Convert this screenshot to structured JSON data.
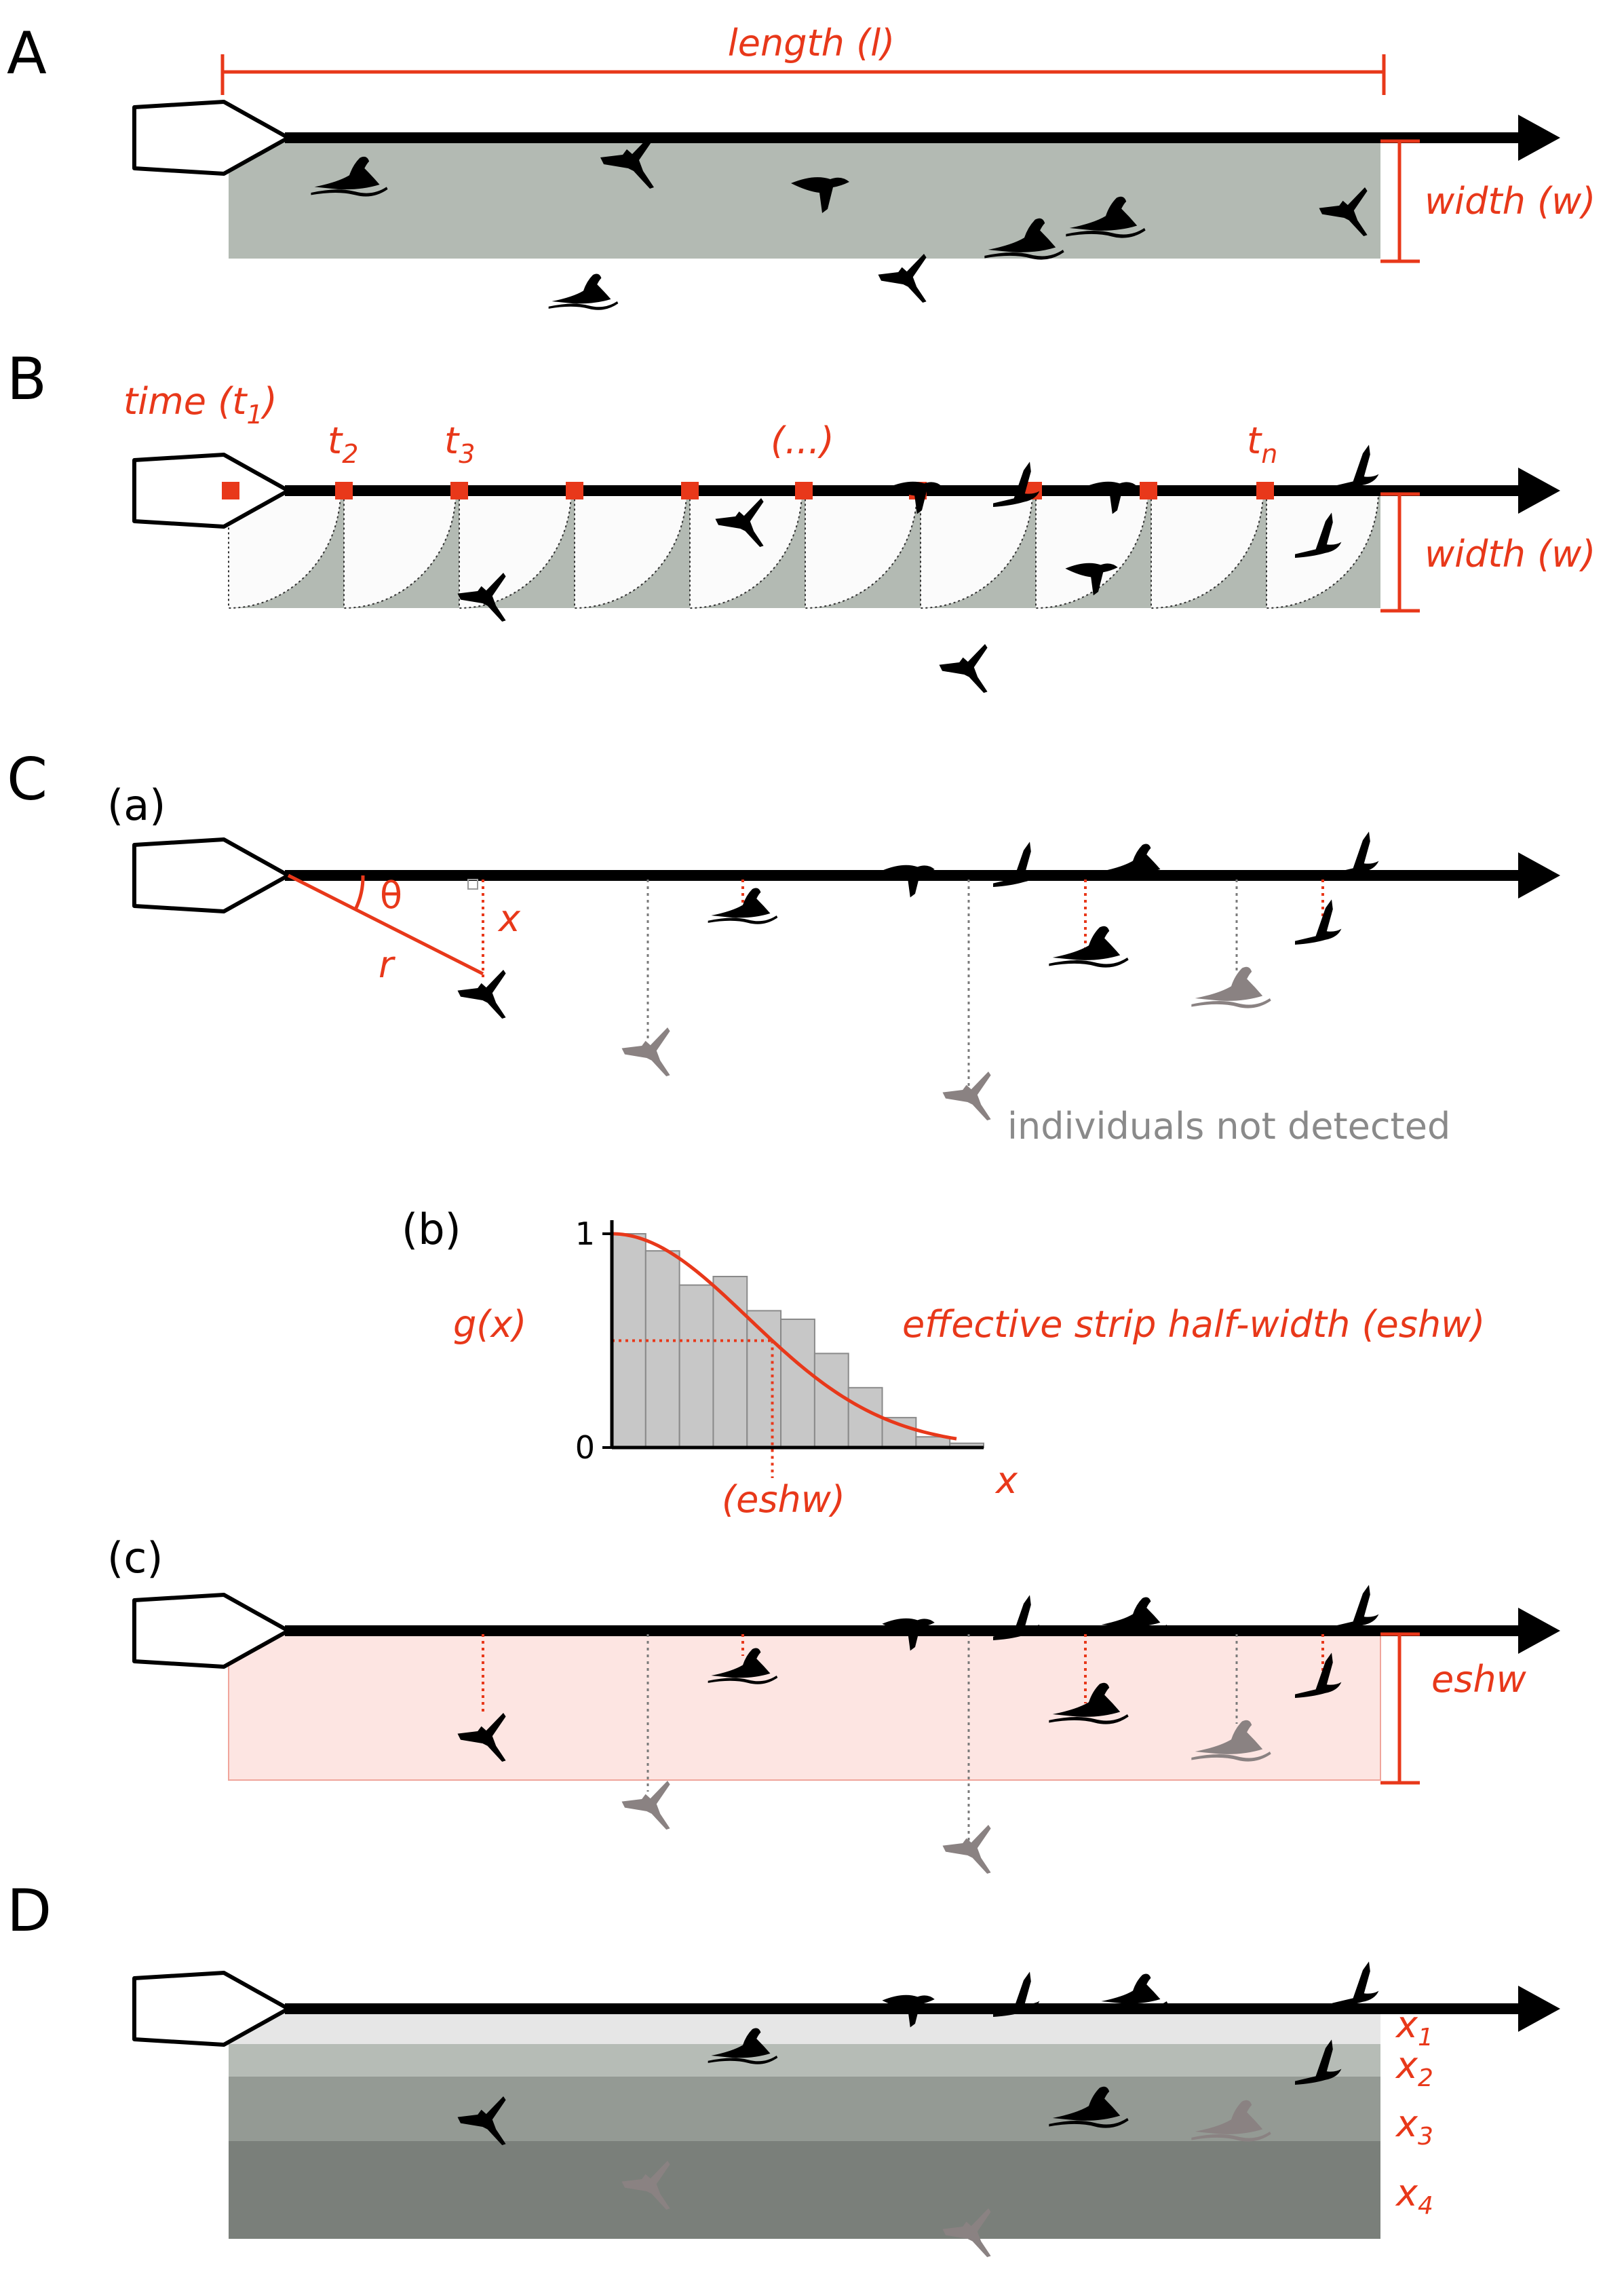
{
  "panels": {
    "A": {
      "letter": "A",
      "length_label": "length (l)",
      "width_label": "width (w)"
    },
    "B": {
      "letter": "B",
      "time_label": "time (t",
      "time_sub": "1",
      "time_close": ")",
      "t2": "t",
      "t2_sub": "2",
      "t3": "t",
      "t3_sub": "3",
      "ellipsis": "(...)",
      "tn": "t",
      "tn_sub": "n",
      "width_label": "width (w)"
    },
    "C": {
      "letter": "C",
      "sub_a": "(a)",
      "theta": "θ",
      "x_label": "x",
      "r_label": "r",
      "not_detected": "individuals not detected",
      "sub_b": "(b)",
      "gx_label": "g(x)",
      "eshw_full": "effective strip half-width (eshw)",
      "eshw_short": "(eshw)",
      "x_axis_label": "x",
      "sub_c": "(c)",
      "eshw_label": "eshw"
    },
    "D": {
      "letter": "D",
      "band_labels": [
        {
          "x": "x",
          "sub": "1"
        },
        {
          "x": "x",
          "sub": "2"
        },
        {
          "x": "x",
          "sub": "3"
        },
        {
          "x": "x",
          "sub": "4"
        }
      ]
    }
  },
  "detection_chart": {
    "chart_data": {
      "type": "bar",
      "title": "",
      "xlabel": "x",
      "ylabel": "g(x)",
      "ylim": [
        0,
        1
      ],
      "yticks": [
        "0",
        "1"
      ],
      "values": [
        1.0,
        0.92,
        0.76,
        0.8,
        0.64,
        0.6,
        0.44,
        0.28,
        0.14,
        0.05,
        0.02
      ],
      "detection_curve": "half-normal",
      "eshw_marker": 0.5
    }
  },
  "colors": {
    "red": "#e8381a",
    "strip_grey": "#b3bab3",
    "eshw_fill": "#fde5e2",
    "band_1": "#e6e6e6",
    "band_2": "#b6bcb6",
    "band_3": "#949a94",
    "band_4": "#7a7f7a",
    "bar_fill": "#c7c7c7"
  }
}
